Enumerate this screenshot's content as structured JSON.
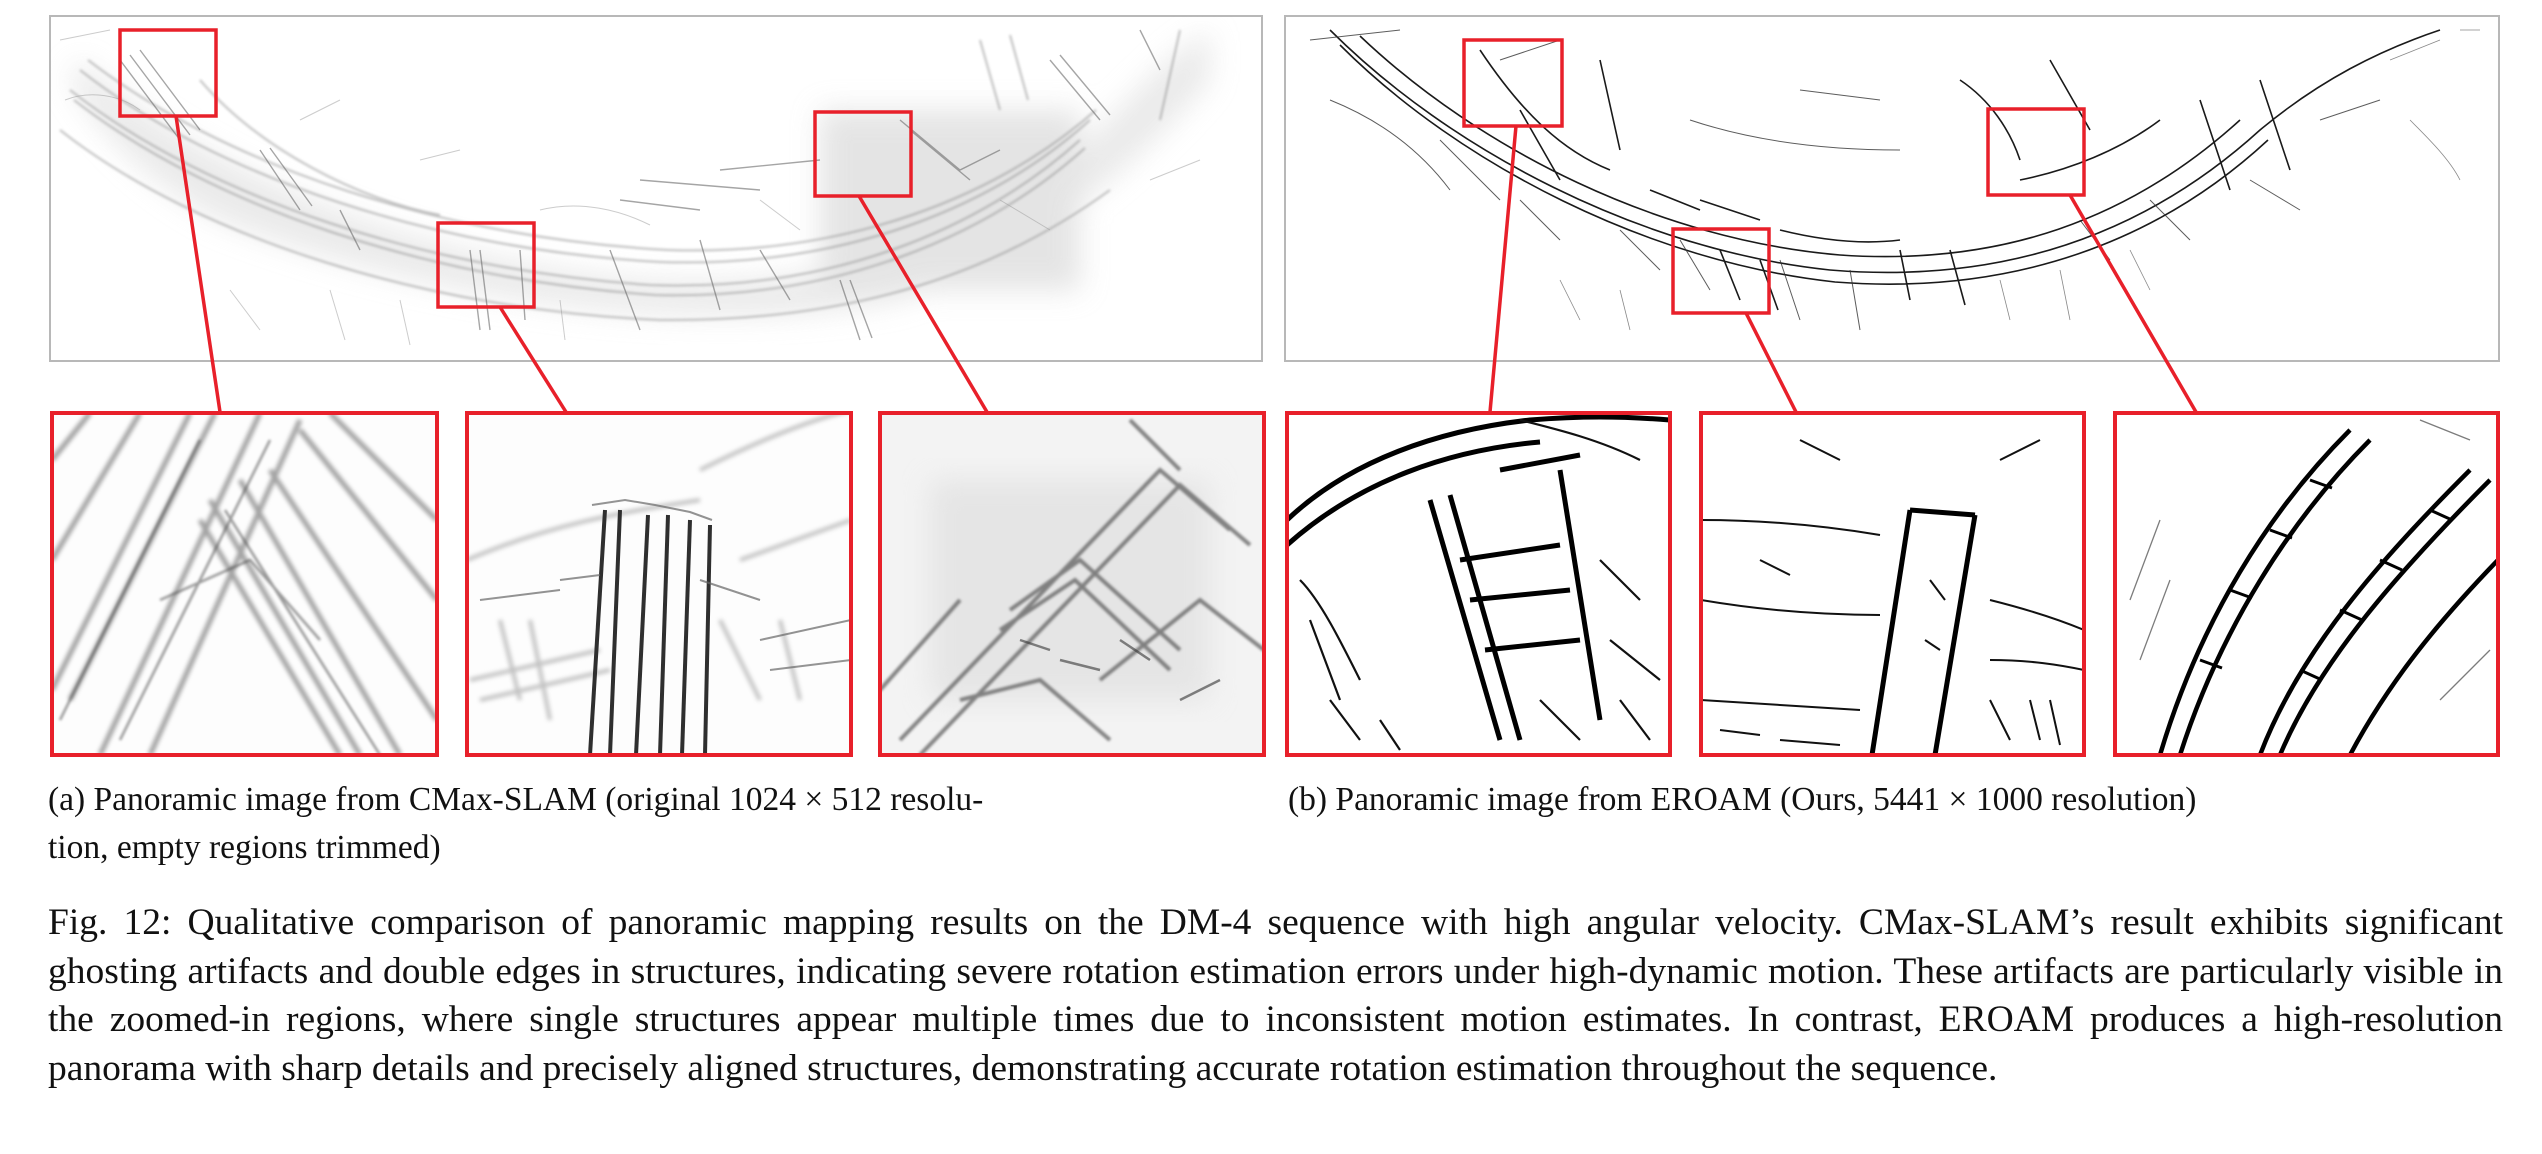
{
  "subfigures": [
    {
      "caption": "(a) Panoramic image from CMax-SLAM (original 1024 × 512 resolution, empty regions trimmed)",
      "caption_line1": "(a) Panoramic image from CMax-SLAM (original 1024 × 512 resolu-",
      "caption_line2": "tion, empty regions trimmed)"
    },
    {
      "caption": "(b) Panoramic image from EROAM (Ours, 5441 × 1000 resolution)"
    }
  ],
  "figure_caption": "Fig. 12: Qualitative comparison of panoramic mapping results on the DM-4 sequence with high angular velocity. CMax-SLAM’s result exhibits significant ghosting artifacts and double edges in structures, indicating severe rotation estimation errors under high-dynamic motion. These artifacts are particularly visible in the zoomed-in regions, where single structures appear multiple times due to inconsistent motion estimates. In contrast, EROAM produces a high-resolution panorama with sharp details and precisely aligned structures, demonstrating accurate rotation estimation throughout the sequence.",
  "colors": {
    "highlight": "#e8202a",
    "panel_border": "#b8b8b8",
    "text": "#111111"
  }
}
